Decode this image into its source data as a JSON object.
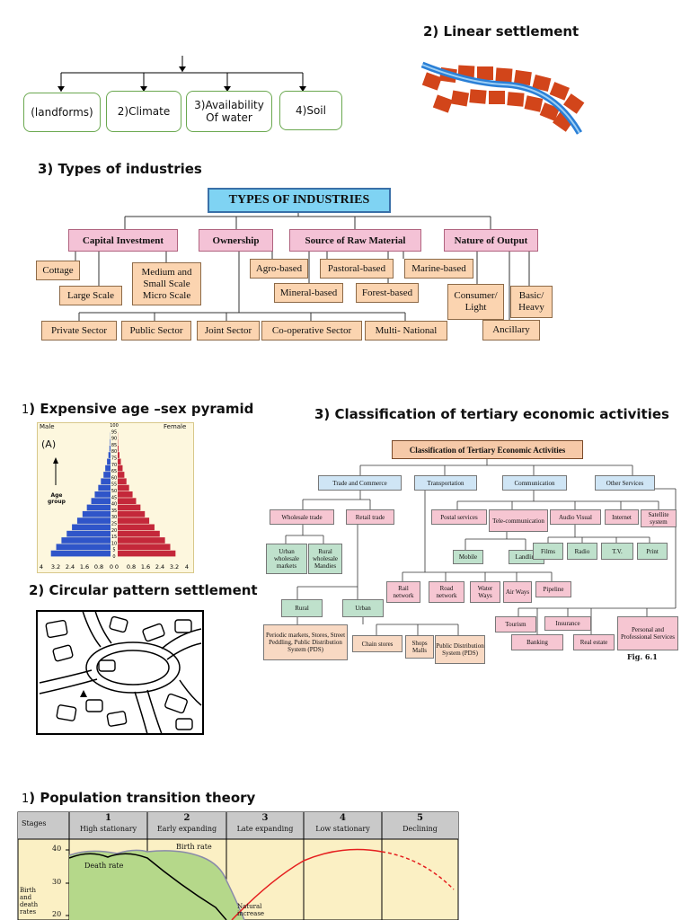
{
  "factors": {
    "boxes": [
      "(landforms)",
      "2)Climate",
      "3)Availability Of water",
      "4)Soil"
    ]
  },
  "linear": {
    "title": "2) Linear settlement"
  },
  "industries": {
    "heading": "3) Types of industries",
    "main": "TYPES OF INDUSTRIES",
    "categories": [
      "Capital Investment",
      "Ownership",
      "Source of Raw Material",
      "Nature of Output"
    ],
    "capital": [
      "Cottage",
      "Large Scale",
      "Medium and Small Scale Micro Scale"
    ],
    "raw": [
      "Agro-based",
      "Pastoral-based",
      "Marine-based",
      "Mineral-based",
      "Forest-based"
    ],
    "output": [
      "Consumer/ Light",
      "Basic/ Heavy",
      "Ancillary"
    ],
    "ownership": [
      "Private Sector",
      "Public Sector",
      "Joint Sector",
      "Co-operative Sector",
      "Multi- National"
    ]
  },
  "pyramid": {
    "heading_num": "1",
    "heading": ") Expensive age –sex pyramid",
    "male": "Male",
    "female": "Female",
    "tag": "(A)",
    "axis_label": "Age group",
    "x_ticks": [
      "4",
      "3.2",
      "2.4",
      "1.6",
      "0.8",
      "0",
      "0",
      "0.8",
      "1.6",
      "2.4",
      "3.2",
      "4"
    ],
    "age_ticks": [
      "100",
      "95",
      "90",
      "85",
      "80",
      "75",
      "70",
      "65",
      "60",
      "55",
      "50",
      "45",
      "40",
      "35",
      "30",
      "25",
      "20",
      "15",
      "10",
      "5",
      "0"
    ],
    "male_values": [
      3.4,
      3.1,
      2.8,
      2.5,
      2.2,
      1.9,
      1.6,
      1.35,
      1.1,
      0.9,
      0.7,
      0.55,
      0.4,
      0.3,
      0.2,
      0.12,
      0.06,
      0.03,
      0.01
    ],
    "female_values": [
      3.3,
      3.0,
      2.7,
      2.4,
      2.1,
      1.8,
      1.55,
      1.3,
      1.05,
      0.85,
      0.65,
      0.5,
      0.38,
      0.28,
      0.18,
      0.1,
      0.05,
      0.02,
      0.01
    ],
    "colors": {
      "male": "#2f55c9",
      "female": "#c4283a"
    }
  },
  "circular": {
    "heading": "2) Circular pattern settlement"
  },
  "tertiary": {
    "heading": "3) Classification of tertiary economic activities",
    "main": "Classification of Tertiary Economic Activities",
    "cats": [
      "Trade and Commerce",
      "Transportation",
      "Communication",
      "Other Services"
    ],
    "trade": [
      "Wholesale trade",
      "Retail trade"
    ],
    "wholesale": [
      "Urban wholesale markets",
      "Rural wholesale Mandies"
    ],
    "retail": [
      "Rural",
      "Urban"
    ],
    "rural_detail": "Periodic markets, Stores, Street Peddling, Public Distribution System (PDS)",
    "urban_detail": [
      "Chain stores",
      "Shops Malls",
      "Public Distribution System (PDS)"
    ],
    "comm": [
      "Postal services",
      "Tele-communication",
      "Audio Visual",
      "Internet",
      "Satellite system"
    ],
    "tele": [
      "Mobile",
      "Landline"
    ],
    "av": [
      "Films",
      "Radio",
      "T.V.",
      "Print"
    ],
    "transport": [
      "Rail network",
      "Road network",
      "Water Ways",
      "Air Ways",
      "Pipeline"
    ],
    "services": [
      "Tourism",
      "Insurance",
      "Banking",
      "Real estate",
      "Personal and Professional Services"
    ],
    "fig": "Fig. 6.1"
  },
  "transition": {
    "heading_num": "1",
    "heading": ") Population transition theory",
    "stages_label": "Stages",
    "stages": [
      {
        "num": "1",
        "name": "High stationary"
      },
      {
        "num": "2",
        "name": "Early expanding"
      },
      {
        "num": "3",
        "name": "Late expanding"
      },
      {
        "num": "4",
        "name": "Low stationary"
      },
      {
        "num": "5",
        "name": "Declining"
      }
    ],
    "y_ticks": [
      "40",
      "30",
      "20"
    ],
    "ylabel": "Birth and death rates",
    "birth_rate": "Birth rate",
    "death_rate": "Death rate",
    "natural_increase": "Natural increase"
  }
}
